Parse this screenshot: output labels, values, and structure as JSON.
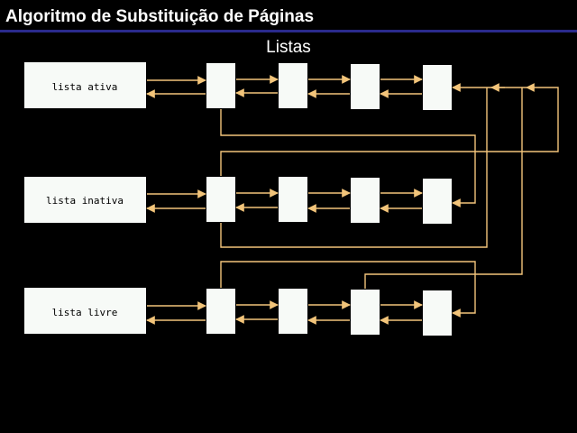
{
  "header": {
    "title": "Algoritmo de Substituição de Páginas",
    "subtitle": "Listas"
  },
  "colors": {
    "background": "#000000",
    "title_rule": "#2a2a8c",
    "node_fill": "#f7faf7",
    "arrow": "#f2c47a"
  },
  "lists": [
    {
      "label": "lista ativa"
    },
    {
      "label": "lista inativa"
    },
    {
      "label": "lista livre"
    }
  ]
}
